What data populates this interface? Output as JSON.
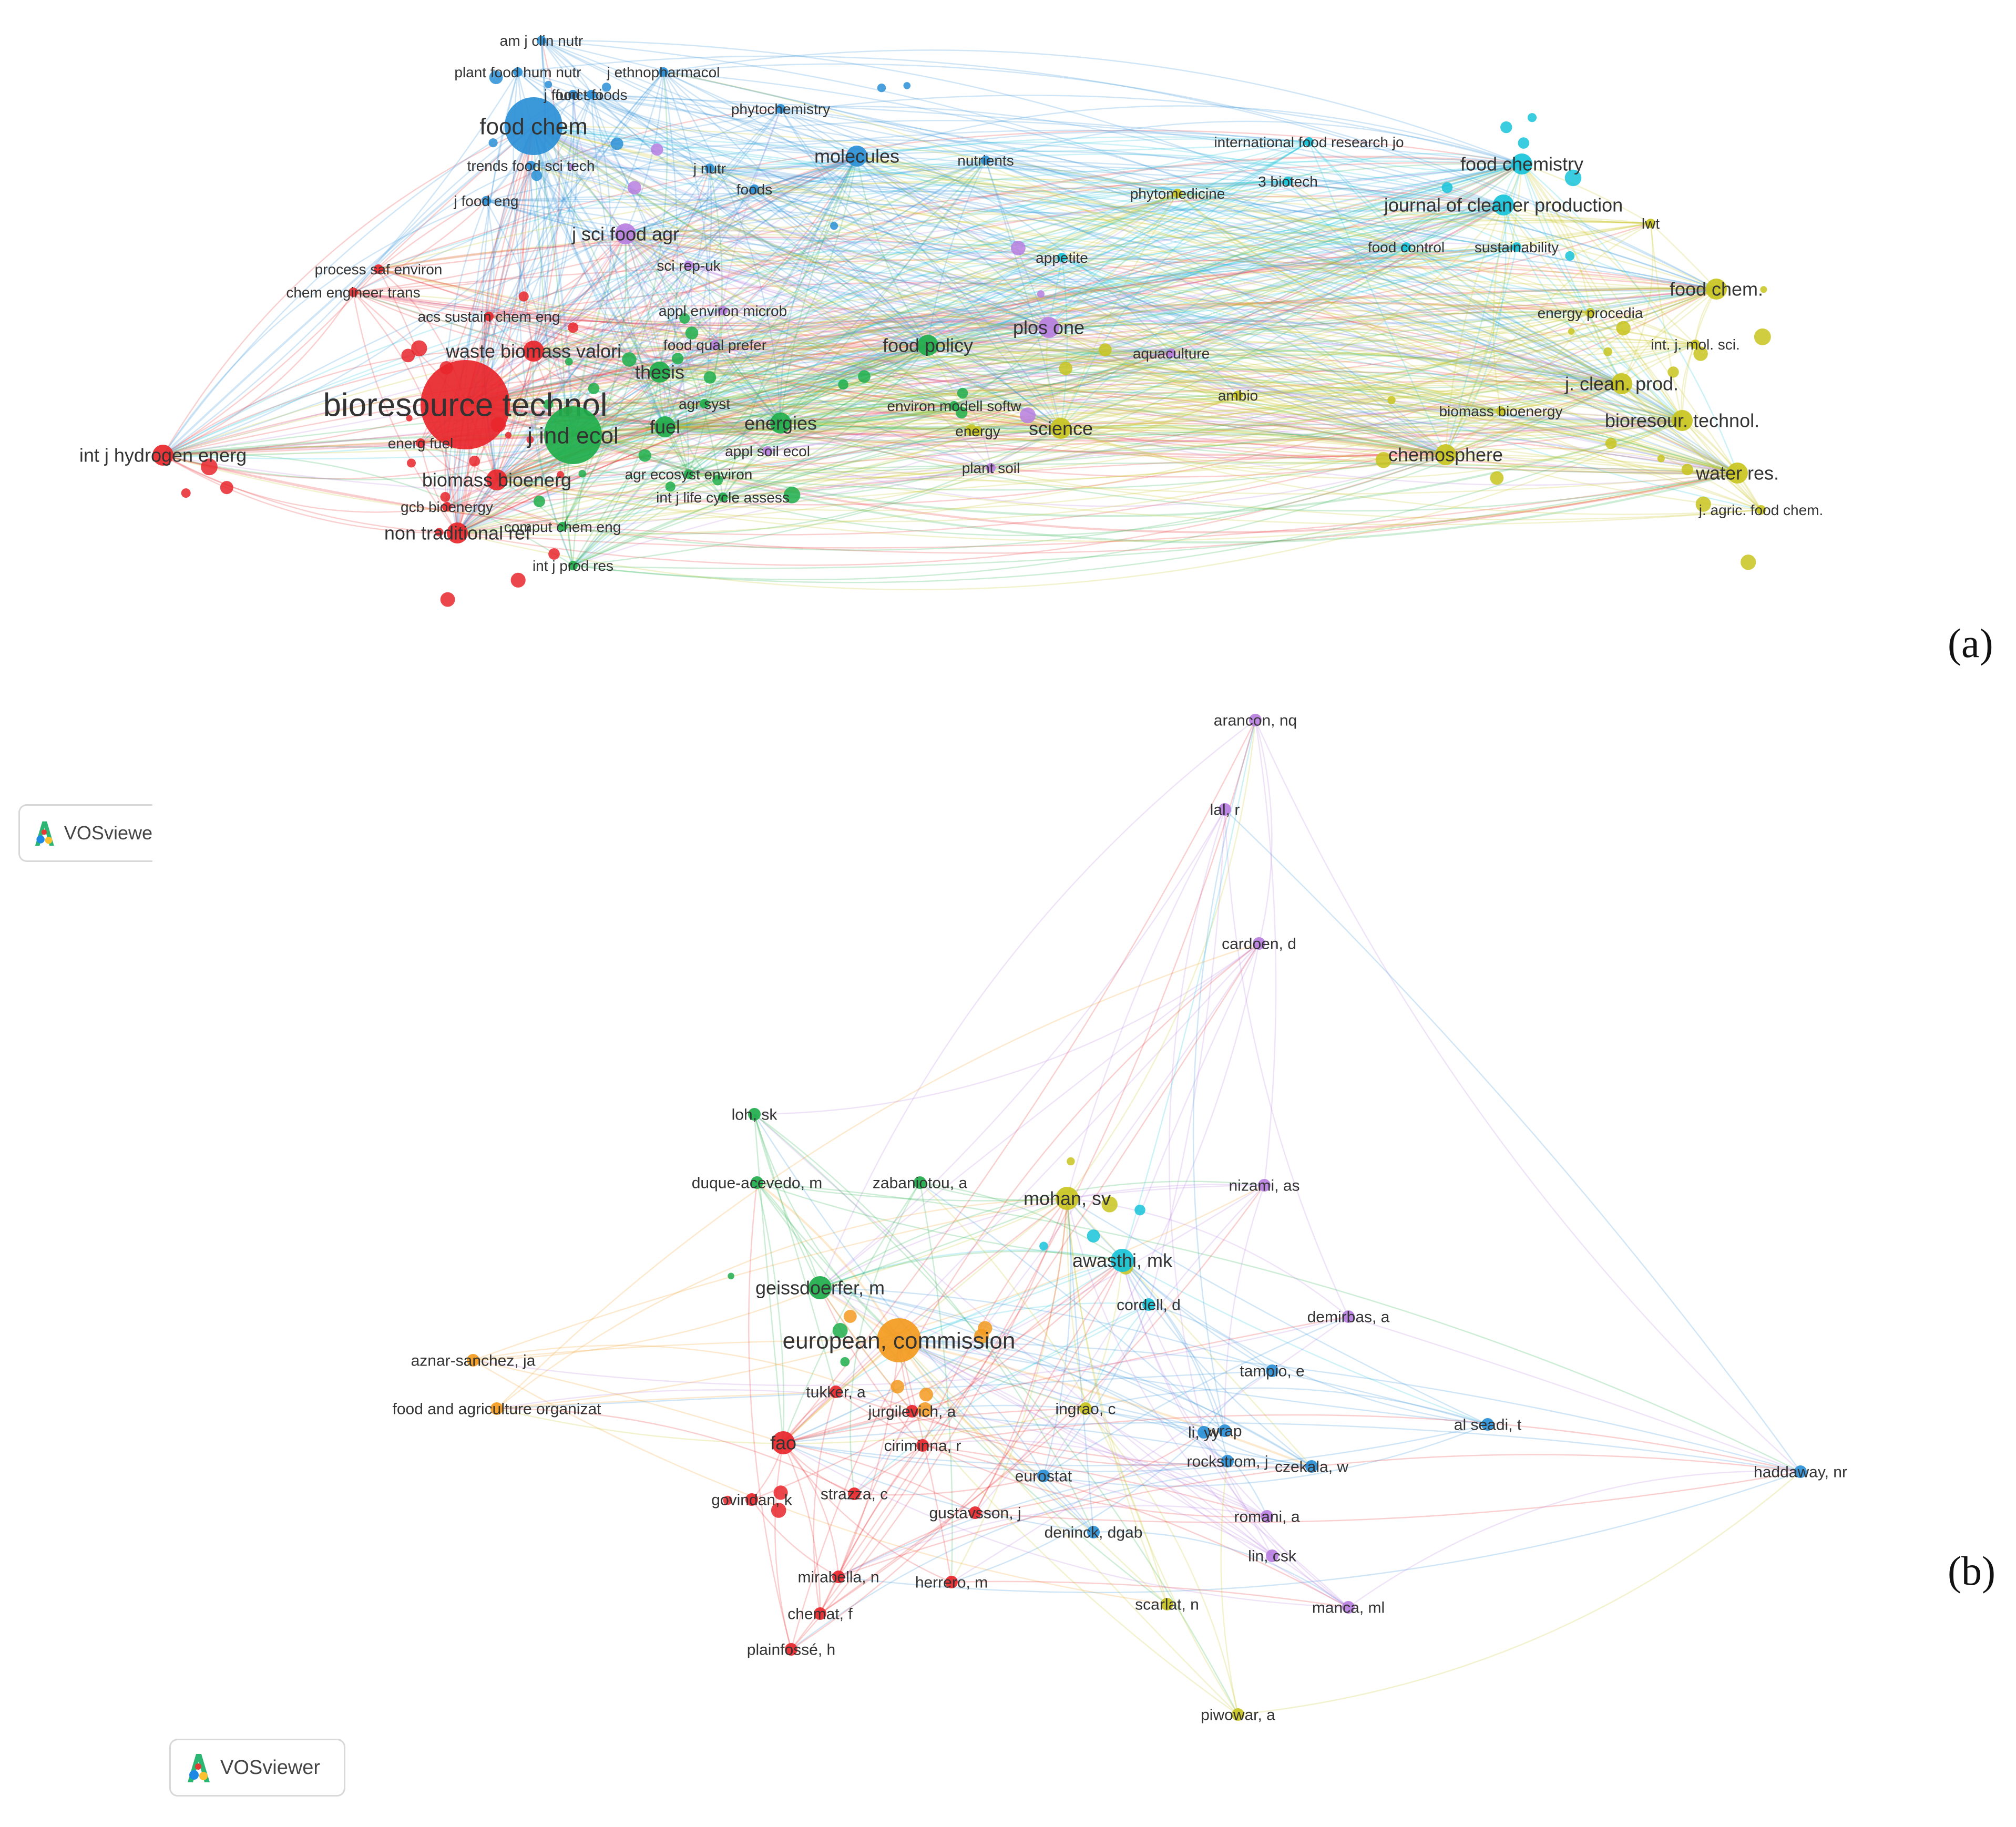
{
  "colors": {
    "red": "#e8262b",
    "green": "#1fae4b",
    "blue": "#2a8fd6",
    "purple": "#b77fe0",
    "yellow": "#c8c420",
    "cyan": "#17c3d9",
    "orange": "#f39a1e",
    "lightblue": "#55aee6"
  },
  "panels": [
    {
      "id": "a",
      "label": "(a)",
      "nodes": [
        {
          "label": "bioresource technol",
          "c": "red",
          "size": 3
        },
        {
          "label": "int j hydrogen energ",
          "c": "red",
          "size": 1
        },
        {
          "label": "process saf environ",
          "c": "red",
          "size": 0
        },
        {
          "label": "chem engineer trans",
          "c": "red",
          "size": 0
        },
        {
          "label": "acs sustain chem eng",
          "c": "red",
          "size": 0
        },
        {
          "label": "waste biomass valori",
          "c": "red",
          "size": 1
        },
        {
          "label": "energ fuel",
          "c": "red",
          "size": 0
        },
        {
          "label": "biomass bioenerg",
          "c": "red",
          "size": 1
        },
        {
          "label": "gcb bioenergy",
          "c": "red",
          "size": 0
        },
        {
          "label": "non traditional ref",
          "c": "red",
          "size": 1
        },
        {
          "label": "j ind ecol",
          "c": "green",
          "size": 2
        },
        {
          "label": "thesis",
          "c": "green",
          "size": 1
        },
        {
          "label": "fuel",
          "c": "green",
          "size": 1
        },
        {
          "label": "energies",
          "c": "green",
          "size": 1
        },
        {
          "label": "agr syst",
          "c": "green",
          "size": 0
        },
        {
          "label": "food policy",
          "c": "green",
          "size": 1
        },
        {
          "label": "environ modell softw",
          "c": "green",
          "size": 0
        },
        {
          "label": "comput chem eng",
          "c": "green",
          "size": 0
        },
        {
          "label": "int j prod res",
          "c": "green",
          "size": 0
        },
        {
          "label": "agr ecosyst environ",
          "c": "green",
          "size": 0
        },
        {
          "label": "int j life cycle assess",
          "c": "green",
          "size": 0
        },
        {
          "label": "food chem",
          "c": "blue",
          "size": 2
        },
        {
          "label": "am j clin nutr",
          "c": "blue",
          "size": 0
        },
        {
          "label": "plant food hum nutr",
          "c": "blue",
          "size": 0
        },
        {
          "label": "j ethnopharmacol",
          "c": "blue",
          "size": 0
        },
        {
          "label": "j food sci",
          "c": "blue",
          "size": 0
        },
        {
          "label": "funct foods",
          "c": "blue",
          "size": 0
        },
        {
          "label": "phytochemistry",
          "c": "blue",
          "size": 0
        },
        {
          "label": "trends food sci tech",
          "c": "blue",
          "size": 0
        },
        {
          "label": "j nutr",
          "c": "blue",
          "size": 0
        },
        {
          "label": "j food eng",
          "c": "blue",
          "size": 0
        },
        {
          "label": "molecules",
          "c": "blue",
          "size": 1
        },
        {
          "label": "nutrients",
          "c": "blue",
          "size": 0
        },
        {
          "label": "foods",
          "c": "blue",
          "size": 0
        },
        {
          "label": "j sci food agr",
          "c": "purple",
          "size": 1
        },
        {
          "label": "sci rep-uk",
          "c": "purple",
          "size": 0
        },
        {
          "label": "appl environ microb",
          "c": "purple",
          "size": 0
        },
        {
          "label": "food qual prefer",
          "c": "purple",
          "size": 0
        },
        {
          "label": "plos one",
          "c": "purple",
          "size": 1
        },
        {
          "label": "appl soil ecol",
          "c": "purple",
          "size": 0
        },
        {
          "label": "aquaculture",
          "c": "purple",
          "size": 0
        },
        {
          "label": "plant soil",
          "c": "purple",
          "size": 0
        },
        {
          "label": "energy",
          "c": "yellow",
          "size": 0
        },
        {
          "label": "science",
          "c": "yellow",
          "size": 1
        },
        {
          "label": "ambio",
          "c": "yellow",
          "size": 0
        },
        {
          "label": "appetite",
          "c": "cyan",
          "size": 0
        },
        {
          "label": "phytomedicine",
          "c": "yellow",
          "size": 0
        },
        {
          "label": "international food research jo",
          "c": "cyan",
          "size": 0
        },
        {
          "label": "3 biotech",
          "c": "cyan",
          "size": 0
        },
        {
          "label": "food chemistry",
          "c": "cyan",
          "size": 1
        },
        {
          "label": "journal of cleaner production",
          "c": "cyan",
          "size": 1
        },
        {
          "label": "food control",
          "c": "cyan",
          "size": 0
        },
        {
          "label": "sustainability",
          "c": "cyan",
          "size": 0
        },
        {
          "label": "lwt",
          "c": "yellow",
          "size": 0
        },
        {
          "label": "food chem.",
          "c": "yellow",
          "size": 1
        },
        {
          "label": "energy procedia",
          "c": "yellow",
          "size": 0
        },
        {
          "label": "int. j. mol. sci.",
          "c": "yellow",
          "size": 0
        },
        {
          "label": "j. clean. prod.",
          "c": "yellow",
          "size": 1
        },
        {
          "label": "biomass bioenergy",
          "c": "yellow",
          "size": 0
        },
        {
          "label": "bioresour. technol.",
          "c": "yellow",
          "size": 1
        },
        {
          "label": "chemosphere",
          "c": "yellow",
          "size": 1
        },
        {
          "label": "water res.",
          "c": "yellow",
          "size": 1
        },
        {
          "label": "j. agric. food chem.",
          "c": "yellow",
          "size": 0
        }
      ]
    },
    {
      "id": "b",
      "label": "(b)",
      "nodes": [
        {
          "label": "arancon, nq",
          "c": "purple",
          "size": 0
        },
        {
          "label": "lal, r",
          "c": "purple",
          "size": 0
        },
        {
          "label": "cardoen, d",
          "c": "purple",
          "size": 0
        },
        {
          "label": "loh, sk",
          "c": "green",
          "size": 0
        },
        {
          "label": "duque-acevedo, m",
          "c": "green",
          "size": 0
        },
        {
          "label": "zabaniotou, a",
          "c": "green",
          "size": 0
        },
        {
          "label": "mohan, sv",
          "c": "yellow",
          "size": 1
        },
        {
          "label": "nizami, as",
          "c": "purple",
          "size": 0
        },
        {
          "label": "awasthi, mk",
          "c": "cyan",
          "size": 1
        },
        {
          "label": "geissdoerfer, m",
          "c": "green",
          "size": 1
        },
        {
          "label": "cordell, d",
          "c": "cyan",
          "size": 0
        },
        {
          "label": "demirbas, a",
          "c": "purple",
          "size": 0
        },
        {
          "label": "european, commission",
          "c": "orange",
          "size": 2
        },
        {
          "label": "aznar-sanchez, ja",
          "c": "orange",
          "size": 0
        },
        {
          "label": "food and agriculture organizat",
          "c": "orange",
          "size": 0
        },
        {
          "label": "tampio, e",
          "c": "blue",
          "size": 0
        },
        {
          "label": "tukker, a",
          "c": "red",
          "size": 0
        },
        {
          "label": "jurgilevich, a",
          "c": "red",
          "size": 0
        },
        {
          "label": "ingrao, c",
          "c": "yellow",
          "size": 0
        },
        {
          "label": "li, yy",
          "c": "blue",
          "size": 0
        },
        {
          "label": "wrap",
          "c": "blue",
          "size": 0
        },
        {
          "label": "al seadi, t",
          "c": "blue",
          "size": 0
        },
        {
          "label": "fao",
          "c": "red",
          "size": 1
        },
        {
          "label": "ciriminna, r",
          "c": "red",
          "size": 0
        },
        {
          "label": "rockstrom, j",
          "c": "blue",
          "size": 0
        },
        {
          "label": "czekala, w",
          "c": "blue",
          "size": 0
        },
        {
          "label": "haddaway, nr",
          "c": "blue",
          "size": 0
        },
        {
          "label": "eurostat",
          "c": "blue",
          "size": 0
        },
        {
          "label": "govindan, k",
          "c": "red",
          "size": 0
        },
        {
          "label": "strazza, c",
          "c": "red",
          "size": 0
        },
        {
          "label": "gustavsson, j",
          "c": "red",
          "size": 0
        },
        {
          "label": "romani, a",
          "c": "purple",
          "size": 0
        },
        {
          "label": "deninck, dgab",
          "c": "blue",
          "size": 0
        },
        {
          "label": "lin, csk",
          "c": "purple",
          "size": 0
        },
        {
          "label": "mirabella, n",
          "c": "red",
          "size": 0
        },
        {
          "label": "herrero, m",
          "c": "red",
          "size": 0
        },
        {
          "label": "scarlat, n",
          "c": "yellow",
          "size": 0
        },
        {
          "label": "manca, ml",
          "c": "purple",
          "size": 0
        },
        {
          "label": "chemat, f",
          "c": "red",
          "size": 0
        },
        {
          "label": "plainfossé, h",
          "c": "red",
          "size": 0
        },
        {
          "label": "piwowar, a",
          "c": "yellow",
          "size": 0
        }
      ]
    }
  ],
  "badges": [
    {
      "id": "badge-a",
      "text": "VOSviewe"
    },
    {
      "id": "badge-b",
      "text": "VOSviewer"
    }
  ]
}
